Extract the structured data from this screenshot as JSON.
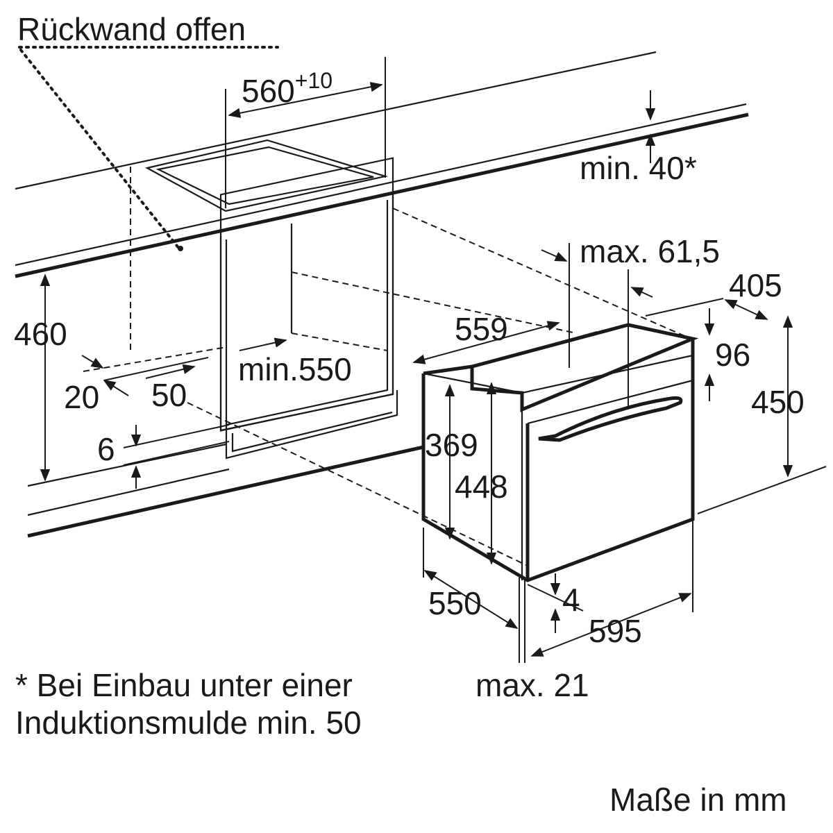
{
  "labels": {
    "rueckwand": "Rückwand offen",
    "width_niche": "560",
    "width_niche_tol": "+10",
    "min_40": "min. 40*",
    "max_615": "max. 61,5",
    "d405": "405",
    "d460": "460",
    "d559": "559",
    "d96": "96",
    "d450": "450",
    "min550": "min.550",
    "d20": "20",
    "d50": "50",
    "d6": "6",
    "d369": "369",
    "d448": "448",
    "d550": "550",
    "d4": "4",
    "d595": "595",
    "max21": "max. 21"
  },
  "footnote": {
    "line1": "* Bei Einbau unter einer",
    "line2": "Induktionsmulde min. 50"
  },
  "units_note": "Maße in mm"
}
